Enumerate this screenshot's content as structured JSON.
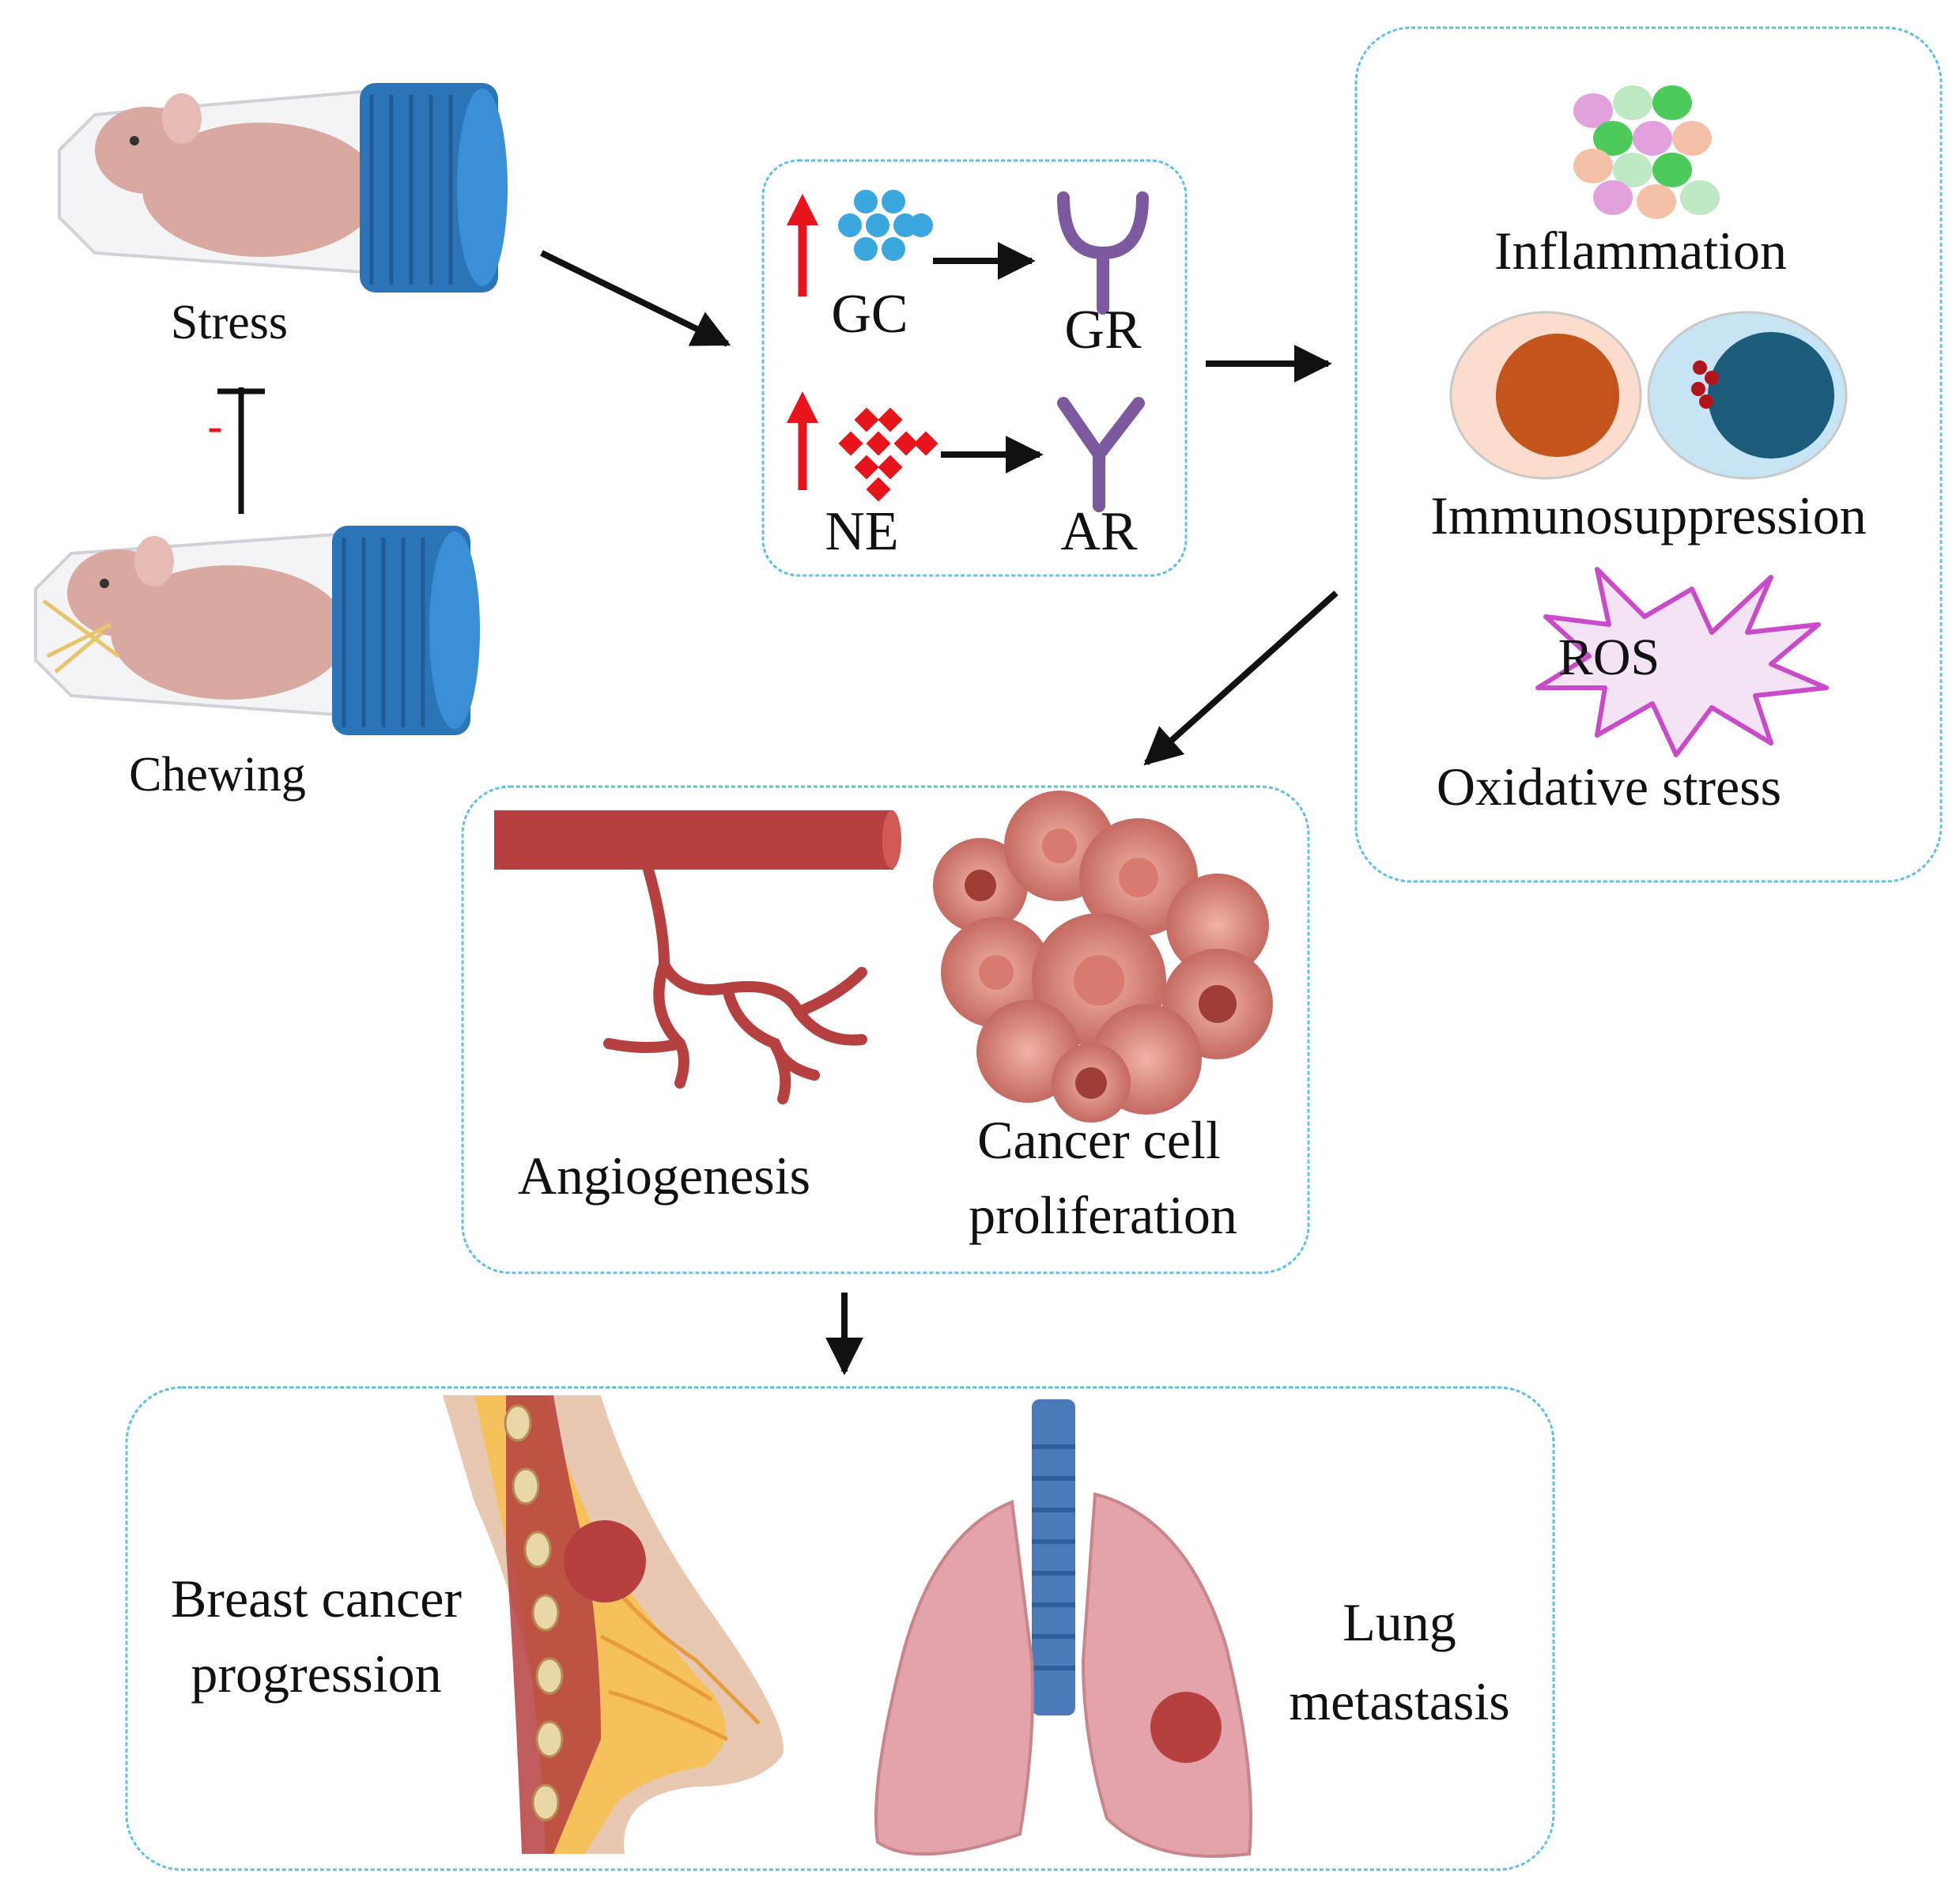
{
  "labels": {
    "stress": "Stress",
    "chewing": "Chewing",
    "inhibit_sign": "-",
    "gc": "GC",
    "gr": "GR",
    "ne": "NE",
    "ar": "AR",
    "inflammation": "Inflammation",
    "immunosuppression": "Immunosuppression",
    "ros": "ROS",
    "oxidative_stress": "Oxidative stress",
    "angiogenesis": "Angiogenesis",
    "cancer_cell_line1": "Cancer cell",
    "cancer_cell_line2": "proliferation",
    "breast_line1": "Breast cancer",
    "breast_line2": "progression",
    "lung_line1": "Lung",
    "lung_line2": "metastasis"
  },
  "colors": {
    "box_border": "#5ec0e6",
    "up_arrow": "#e8141b",
    "gc_dots": "#3aa8de",
    "ne_dots": "#e8141b",
    "receptor": "#7d5aa0",
    "tube_cap": "#2c74b8",
    "mouse": "#d9a9a1",
    "vessel": "#b5403f",
    "tumor": "#e0877b",
    "lung": "#e3a3ab",
    "trachea": "#4a7bb8",
    "breast_fat": "#f6c05a",
    "ros_star": "#c94bc9",
    "cell_orange": "#c2541c",
    "cell_teal": "#1d5b7a"
  }
}
